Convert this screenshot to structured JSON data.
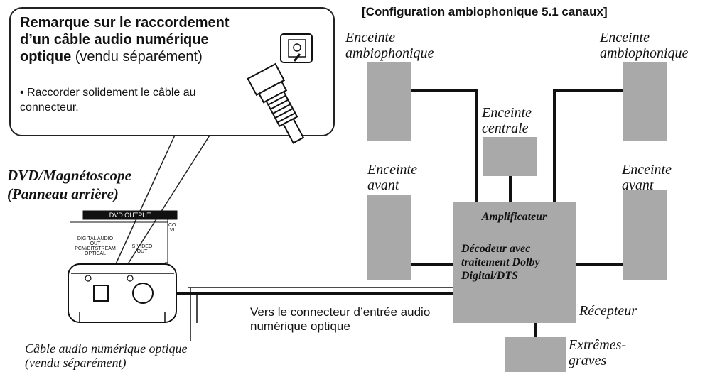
{
  "config_title": "[Configuration ambiophonique 5.1 canaux]",
  "note": {
    "title_bold_1": "Remarque sur le raccordement d’un câble audio numérique optique",
    "title_normal": " (vendu séparément)",
    "bullet": "• Raccorder solidement le câble au connecteur."
  },
  "device": {
    "title_line1": "DVD/Magnétoscope",
    "title_line2": "(Panneau arrière)",
    "panel_header": "DVD OUTPUT",
    "jack_label_digital": "DIGITAL AUDIO OUT PCM/BITSTREAM OPTICAL",
    "jack_label_svideo": "S-VIDEO OUT",
    "jack_label_partial": "CO VI"
  },
  "speakers": {
    "surround_left": "Enceinte ambiophonique",
    "surround_right": "Enceinte ambiophonique",
    "center": "Enceinte centrale",
    "front_left": "Enceinte avant",
    "front_right": "Enceinte avant",
    "subwoofer": "Extrêmes-graves"
  },
  "receiver": {
    "amp": "Amplificateur",
    "decoder": "Décodeur avec traitement Dolby Digital/DTS",
    "label": "Récepteur"
  },
  "connector_text": "Vers le connecteur d’entrée audio numérique optique",
  "cable_text": "Câble audio numérique optique (vendu séparément)"
}
